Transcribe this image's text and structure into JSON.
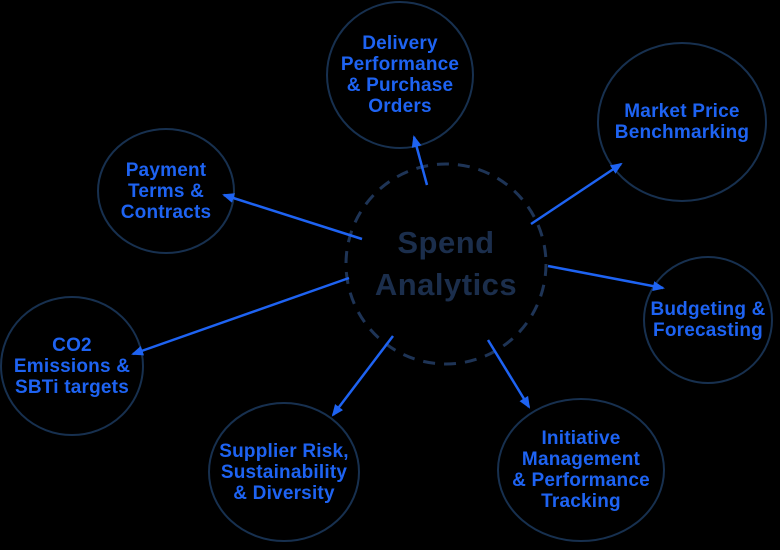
{
  "title": "Spend Analytics",
  "colors": {
    "background": "#000000",
    "accent_blue": "#1e63f2",
    "navy_text": "#1b2e4c",
    "circle_stroke": "#17304f",
    "dash_stroke": "#1e3456"
  },
  "hub": {
    "label": "Spend\nAnalytics"
  },
  "nodes": [
    {
      "id": "delivery-performance",
      "label": "Delivery\nPerformance\n& Purchase\nOrders"
    },
    {
      "id": "market-price",
      "label": "Market Price\nBenchmarking"
    },
    {
      "id": "budgeting-forecasting",
      "label": "Budgeting &\nForecasting"
    },
    {
      "id": "initiative-management",
      "label": "Initiative\nManagement\n& Performance\nTracking"
    },
    {
      "id": "supplier-risk",
      "label": "Supplier Risk,\nSustainability\n& Diversity"
    },
    {
      "id": "co2-emissions",
      "label": "CO2\nEmissions &\nSBTi targets"
    },
    {
      "id": "payment-terms",
      "label": "Payment\nTerms &\nContracts"
    }
  ]
}
